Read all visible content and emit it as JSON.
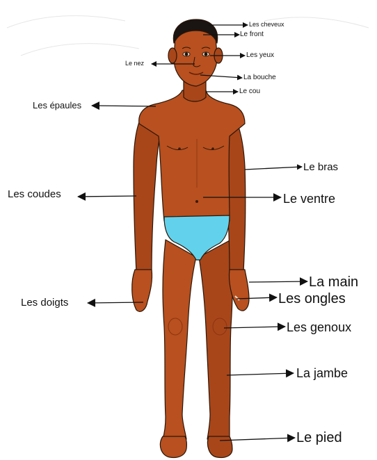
{
  "labels": {
    "cheveux": "Les cheveux",
    "front": "Le front",
    "yeux": "Les yeux",
    "nez": "Le nez",
    "bouche": "La bouche",
    "cou": "Le cou",
    "epaules": "Les épaules",
    "bras": "Le bras",
    "coudes": "Les coudes",
    "ventre": "Le ventre",
    "main": "La main",
    "doigts": "Les doigts",
    "ongles": "Les ongles",
    "genoux": "Les genoux",
    "jambe": "La jambe",
    "pied": "Le pied"
  },
  "colors": {
    "skin": "#b8501f",
    "skin_shadow": "#8a3412",
    "skin_highlight": "#cf6a33",
    "hair": "#1a1412",
    "underwear": "#62d2ec",
    "outline": "#2a1608",
    "arrow": "#111111"
  }
}
